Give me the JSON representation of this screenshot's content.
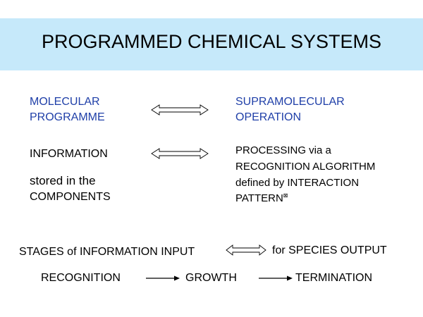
{
  "title": "PROGRAMMED CHEMICAL SYSTEMS",
  "left": {
    "molecular": "MOLECULAR",
    "programme": "PROGRAMME",
    "information": "INFORMATION",
    "stored": "stored in the",
    "components": "COMPONENTS"
  },
  "right": {
    "supramolecular": "SUPRAMOLECULAR",
    "operation": "OPERATION",
    "processing": "PROCESSING via a",
    "recognition_algorithm": "RECOGNITION ALGORITHM",
    "defined_by": "defined by INTERACTION",
    "pattern": "PATTERN",
    "pattern_mark": "⊠"
  },
  "bottom": {
    "stages": "STAGES of INFORMATION INPUT",
    "species_output": "for SPECIES OUTPUT",
    "recognition": "RECOGNITION",
    "growth": "GROWTH",
    "termination": "TERMINATION"
  },
  "colors": {
    "banner": "#c6e9fa",
    "heading_text": "#1f3fa8",
    "body_text": "#000000"
  }
}
